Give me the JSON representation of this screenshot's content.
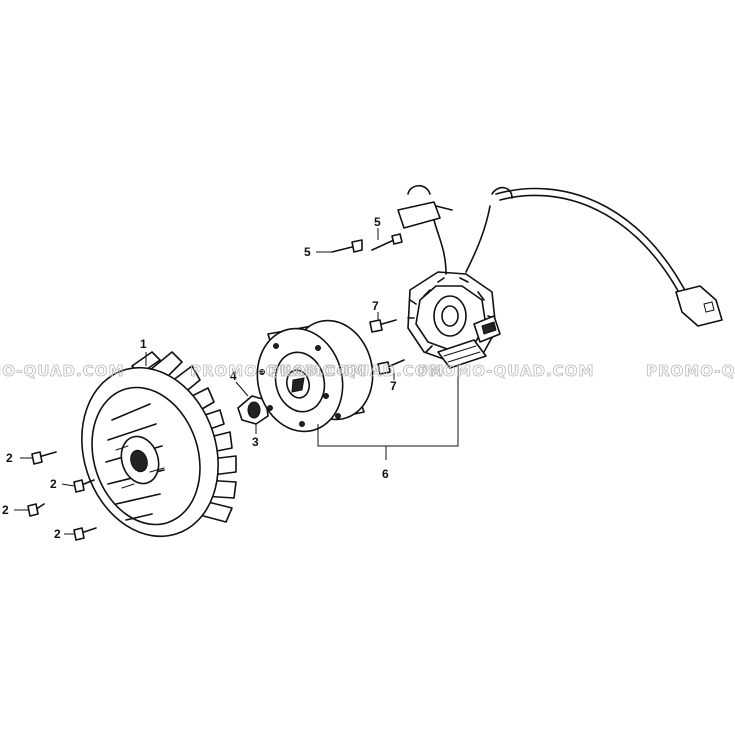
{
  "watermark": {
    "text_1": "PROMO-QUAD.COM",
    "text_2": "PROMO-QUAD.COM",
    "text_3": "PROMO-QUAD.COM",
    "text_4": "PROMO-QUAD.COM",
    "text_5": "PROMO-Q",
    "color": "#b8b8b8"
  },
  "callouts": {
    "fan": "1",
    "bolt_a": "2",
    "bolt_b": "2",
    "bolt_c": "2",
    "bolt_d": "2",
    "nut": "3",
    "washer": "4",
    "screw_a": "5",
    "screw_b": "5",
    "flywheel_assembly": "6",
    "bolt_e": "7",
    "bolt_f": "7"
  }
}
